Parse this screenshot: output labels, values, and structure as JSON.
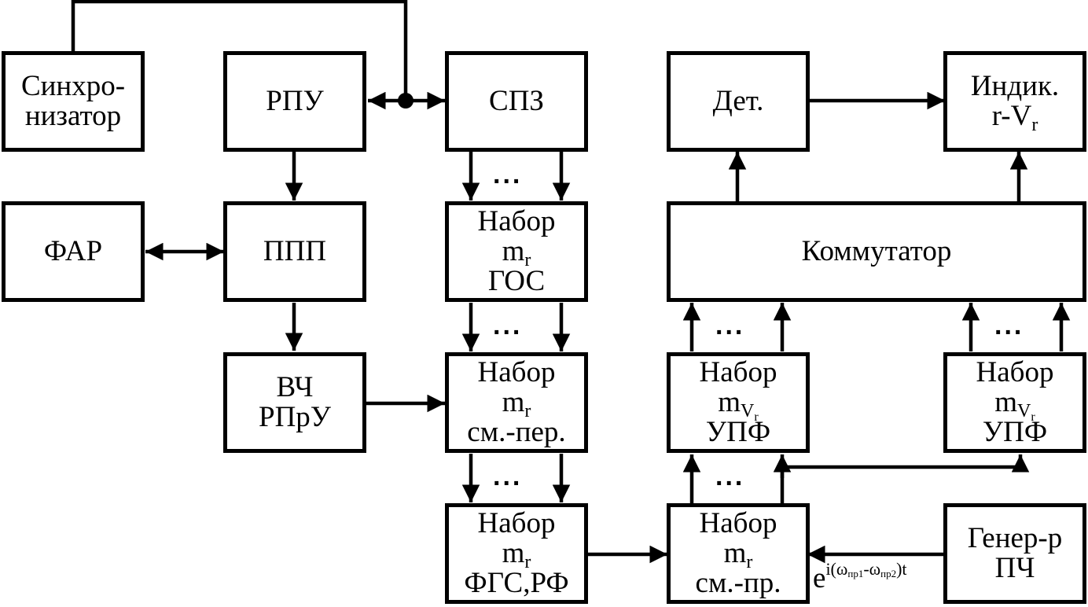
{
  "blocks": {
    "sync": {
      "line1": "Синхро-",
      "line2": "низатор"
    },
    "rpu": {
      "line1": "РПУ"
    },
    "spz": {
      "line1": "СПЗ"
    },
    "far": {
      "line1": "ФАР"
    },
    "ppp": {
      "line1": "ППП"
    },
    "vch": {
      "line1": "ВЧ",
      "line2": "РПрУ"
    },
    "gos": {
      "line1": "Набор",
      "m": "m",
      "msub": "r",
      "line3": "ГОС"
    },
    "smper": {
      "line1": "Набор",
      "m": "m",
      "msub": "r",
      "line3": "см.-пер."
    },
    "fgs": {
      "line1": "Набор",
      "m": "m",
      "msub": "r",
      "line3": "ФГС,РФ"
    },
    "smpr": {
      "line1": "Набор",
      "m": "m",
      "msub": "r",
      "line3": "см.-пр."
    },
    "det": {
      "line1": "Дет."
    },
    "indik": {
      "line1": "Индик.",
      "line2": "r-V",
      "line2sub": "r"
    },
    "kommut": {
      "line1": "Коммутатор"
    },
    "upf1": {
      "line1": "Набор",
      "m": "m",
      "msub": "V",
      "msubsub": "r",
      "line3": "УПФ"
    },
    "upf2": {
      "line1": "Набор",
      "m": "m",
      "msub": "V",
      "msubsub": "r",
      "line3": "УПФ"
    },
    "gen": {
      "line1": "Генер-р",
      "line2": "ПЧ"
    }
  },
  "ellipsis": "...",
  "signal_label": {
    "base": "e",
    "exp_open": "i(ω",
    "sub1": "пр1",
    "mid": "-ω",
    "sub2": "пр2",
    "exp_close": ")t"
  }
}
